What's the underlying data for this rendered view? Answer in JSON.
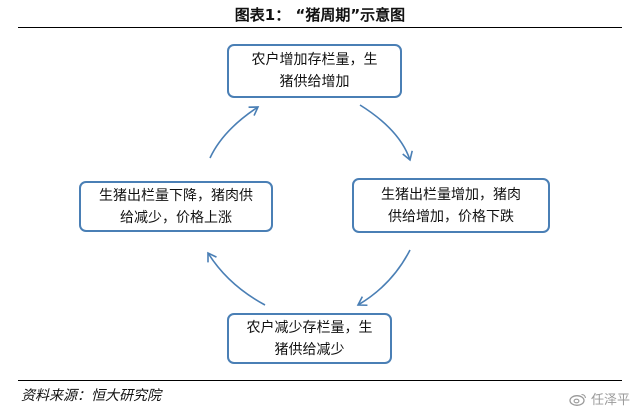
{
  "title": "图表1： “猪周期”示意图",
  "nodes": {
    "top": {
      "line1": "农户增加存栏量，生",
      "line2": "猪供给增加"
    },
    "right": {
      "line1": "生猪出栏量增加，猪肉",
      "line2": "供给增加，价格下跌"
    },
    "bottom": {
      "line1": "农户减少存栏量，生",
      "line2": "猪供给减少"
    },
    "left": {
      "line1": "生猪出栏量下降，猪肉供",
      "line2": "给减少，价格上涨"
    }
  },
  "source": "资料来源：恒大研究院",
  "watermark": "任泽平",
  "colors": {
    "box_border": "#4a7fb5",
    "arrow": "#4a7fb5"
  },
  "icons": {
    "watermark": "weibo-icon"
  }
}
